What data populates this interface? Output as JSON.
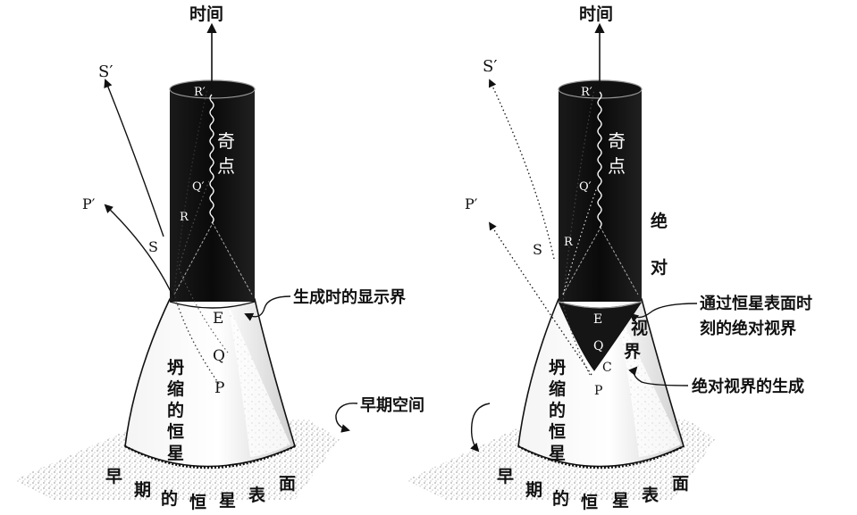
{
  "left_diagram": {
    "time_axis": "时间",
    "singularity": "奇点",
    "collapsing_star": [
      "坍",
      "缩",
      "的",
      "恒",
      "星"
    ],
    "early_star_surface": [
      "早",
      "期",
      "的",
      "恒",
      "星",
      "表",
      "面"
    ],
    "early_space": "早期空间",
    "horizon_formation": "生成时的显示界",
    "points": {
      "S_prime": "S′",
      "P_prime": "P′",
      "S": "S",
      "R_prime": "R′",
      "Q_prime": "Q′",
      "R": "R",
      "E": "E",
      "Q": "Q",
      "P": "P"
    }
  },
  "right_diagram": {
    "time_axis": "时间",
    "singularity": "奇点",
    "absolute": [
      "绝",
      "对"
    ],
    "horizon": [
      "视",
      "界"
    ],
    "absolute_horizon_at_surface": [
      "通过恒星表面时",
      "刻的绝对视界"
    ],
    "absolute_horizon_formation": "绝对视界的生成",
    "collapsing_star": [
      "坍",
      "缩",
      "的",
      "恒",
      "星"
    ],
    "early_star_surface": [
      "早",
      "期",
      "的",
      "恒",
      "星",
      "表",
      "面"
    ],
    "points": {
      "S_prime": "S′",
      "P_prime": "P′",
      "S": "S",
      "R_prime": "R′",
      "Q_prime": "Q′",
      "R": "R",
      "E": "E",
      "Q": "Q",
      "C": "C",
      "P": "P"
    }
  }
}
